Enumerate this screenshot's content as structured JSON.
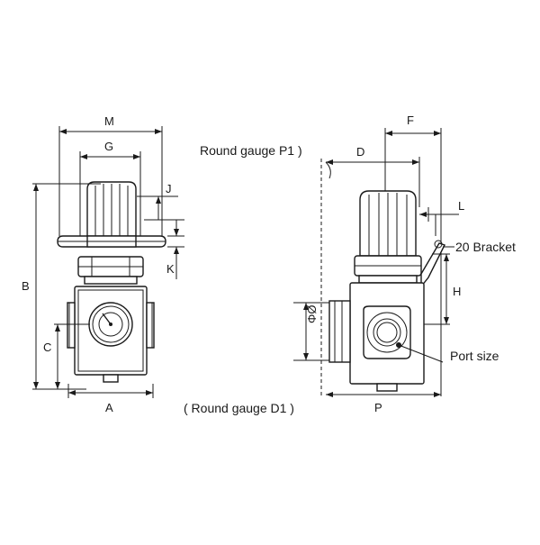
{
  "labels": {
    "M": "M",
    "G": "G",
    "J": "J",
    "K": "K",
    "B": "B",
    "C": "C",
    "A": "A",
    "F": "F",
    "D": "D",
    "L": "L",
    "H": "H",
    "P": "P",
    "phi": "ΦØ",
    "round_gauge_p1": "Round gauge P1 )",
    "round_gauge_d1": "( Round gauge D1 )",
    "bracket": "20 Bracket",
    "port_size": "Port size"
  }
}
